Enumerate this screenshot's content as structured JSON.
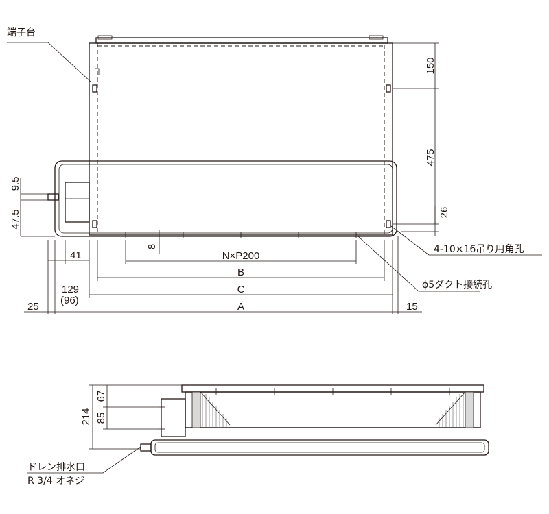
{
  "labels": {
    "terminal_block": "端子台",
    "hanging_holes": "4-10×16吊り用角孔",
    "duct_holes": "ϕ5ダクト接続孔",
    "drain_outlet": "ドレン排水口",
    "drain_thread": "R 3/4 オネジ"
  },
  "dimensions": {
    "d150": "150",
    "d475": "475",
    "d26": "26",
    "d9_5": "9.5",
    "d47_5": "47.5",
    "d41": "41",
    "d8": "8",
    "nxp200": "N×P200",
    "b": "B",
    "c": "C",
    "a": "A",
    "d129": "129",
    "d96": "(96)",
    "d25": "25",
    "d15": "15",
    "d214": "214",
    "d85": "85",
    "d67": "67"
  }
}
